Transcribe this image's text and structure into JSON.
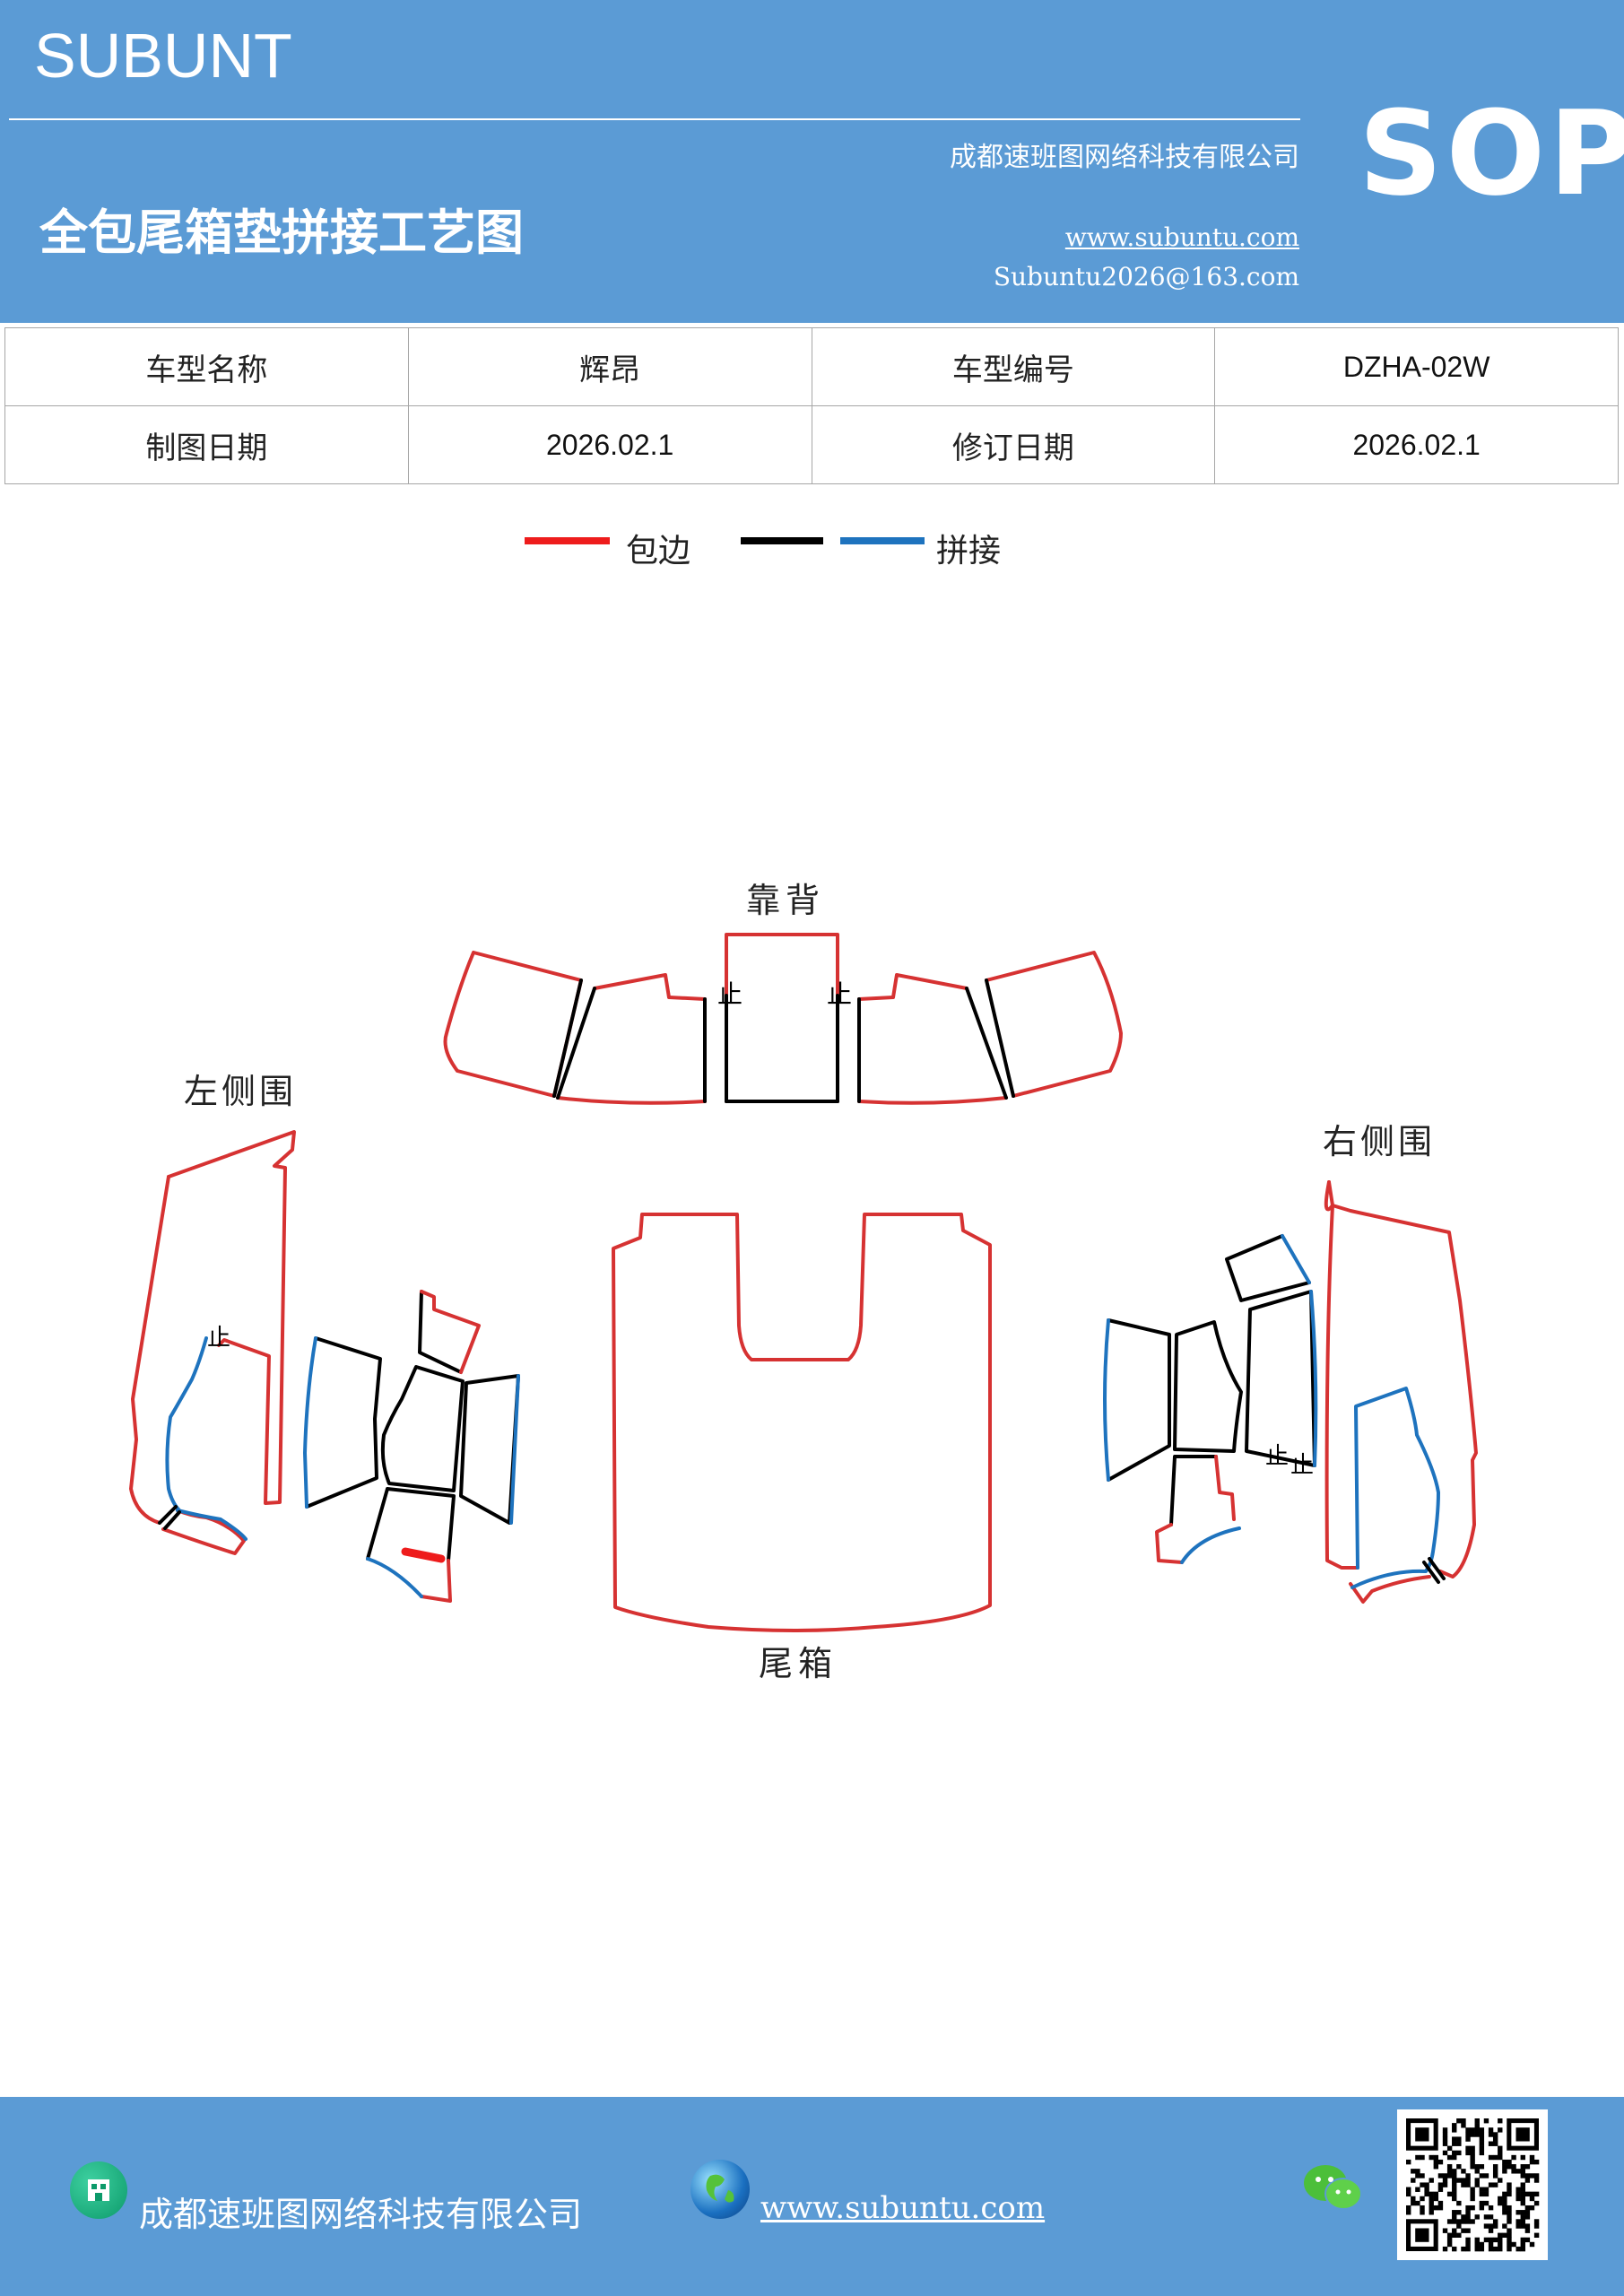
{
  "header": {
    "brand": "SUBUNT",
    "sop": "SOP",
    "company": "成都速班图网络科技有限公司",
    "title": "全包尾箱垫拼接工艺图",
    "website": "www.subuntu.com",
    "email": "Subuntu2026@163.com"
  },
  "info_table": {
    "model_name_label": "车型名称",
    "model_name": "辉昂",
    "model_code_label": "车型编号",
    "model_code": "DZHA-02W",
    "draw_date_label": "制图日期",
    "draw_date": "2026.02.1",
    "revise_date_label": "修订日期",
    "revise_date": "2026.02.1"
  },
  "legend": {
    "edge_label": "包边",
    "splice_label": "拼接",
    "edge_color": "#ee1c1c",
    "black_color": "#000000",
    "splice_color": "#1e73be"
  },
  "diagram": {
    "backrest_label": "靠背",
    "left_side_label": "左侧围",
    "right_side_label": "右侧围",
    "trunk_label": "尾箱",
    "stop_mark": "止"
  },
  "footer": {
    "company": "成都速班图网络科技有限公司",
    "website": "www.subuntu.com",
    "icons": [
      "building-icon",
      "globe-icon",
      "wechat-icon",
      "qr-code"
    ]
  }
}
